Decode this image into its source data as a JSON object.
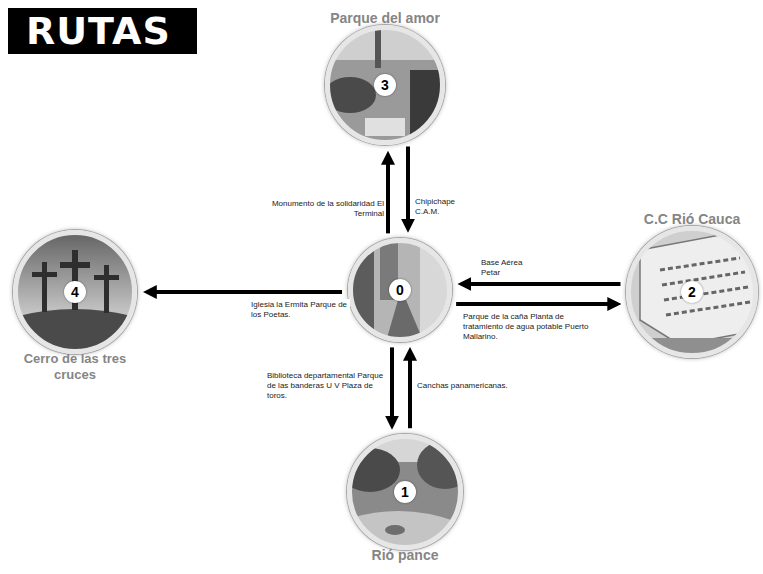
{
  "diagram": {
    "title": "RUTAS",
    "nodes": [
      {
        "text": [
          "3",
          "Parque del amor"
        ]
      },
      {
        "text": [
          "4",
          "Cerro de las tres cruces"
        ]
      },
      {
        "text": [
          "0"
        ]
      },
      {
        "text": [
          "2",
          "C.C Rió Cauca"
        ]
      },
      {
        "text": [
          "1",
          "Rió pance"
        ]
      }
    ],
    "edges": [
      {
        "from": 2,
        "to": 0,
        "arrow": "to",
        "label": "Monumento de la solidaridad El Terminal"
      },
      {
        "from": 0,
        "to": 2,
        "arrow": "to",
        "label": "Chipichape C.A.M."
      },
      {
        "from": 2,
        "to": 1,
        "arrow": "to",
        "label": "Iglesia la Ermita Parque de los Poetas."
      },
      {
        "from": 3,
        "to": 2,
        "arrow": "to",
        "label": "Base Aérea Petar"
      },
      {
        "from": 2,
        "to": 3,
        "arrow": "to",
        "label": "Parque de la caña Planta de tratamiento de agua potable Puerto Mallarino."
      },
      {
        "from": 2,
        "to": 4,
        "arrow": "to",
        "label": "Biblioteca departamental Parque de las banderas U V Plaza de toros."
      },
      {
        "from": 4,
        "to": 2,
        "arrow": "to",
        "label": "Canchas panamericanas."
      }
    ]
  }
}
